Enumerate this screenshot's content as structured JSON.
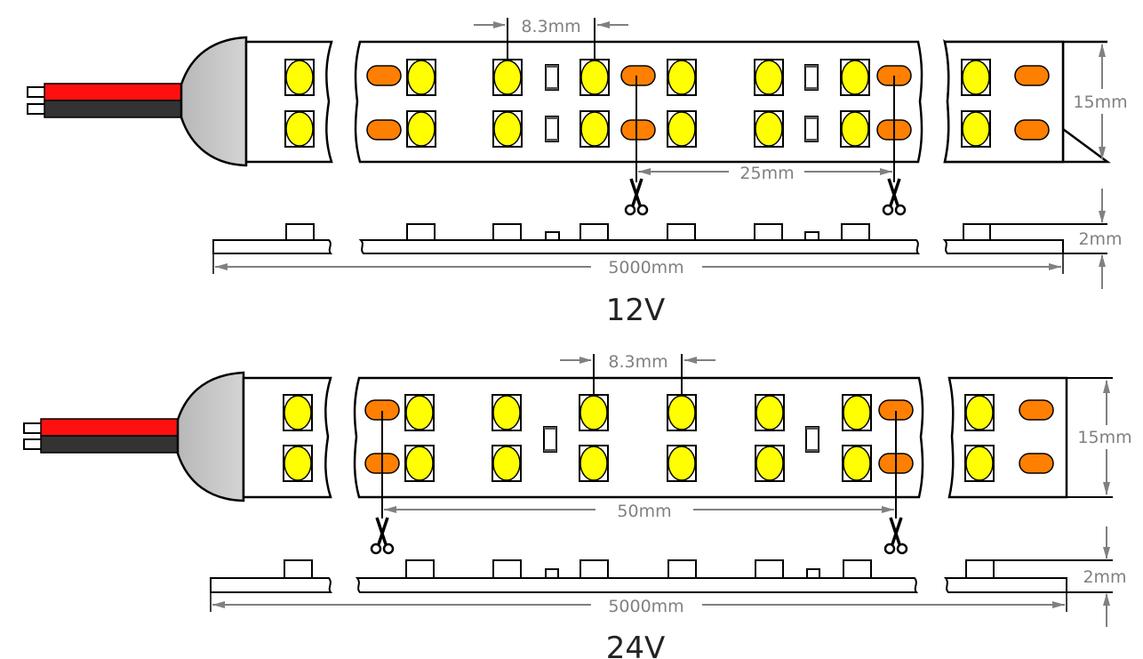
{
  "diagrams": [
    {
      "voltage_label": "12V",
      "led_pitch": "8.3mm",
      "cut_length": "25mm",
      "width": "15mm",
      "thickness": "2mm",
      "total_length": "5000mm"
    },
    {
      "voltage_label": "24V",
      "led_pitch": "8.3mm",
      "cut_length": "50mm",
      "width": "15mm",
      "thickness": "2mm",
      "total_length": "5000mm"
    }
  ],
  "colors": {
    "led": "#ffff00",
    "solder_pad": "#ff7f00",
    "wire_positive": "#ff1010",
    "wire_negative": "#333333",
    "end_cap": "#c8c8c8",
    "dimension": "#808080"
  },
  "icons": {
    "cut_mark": "scissors-icon"
  }
}
